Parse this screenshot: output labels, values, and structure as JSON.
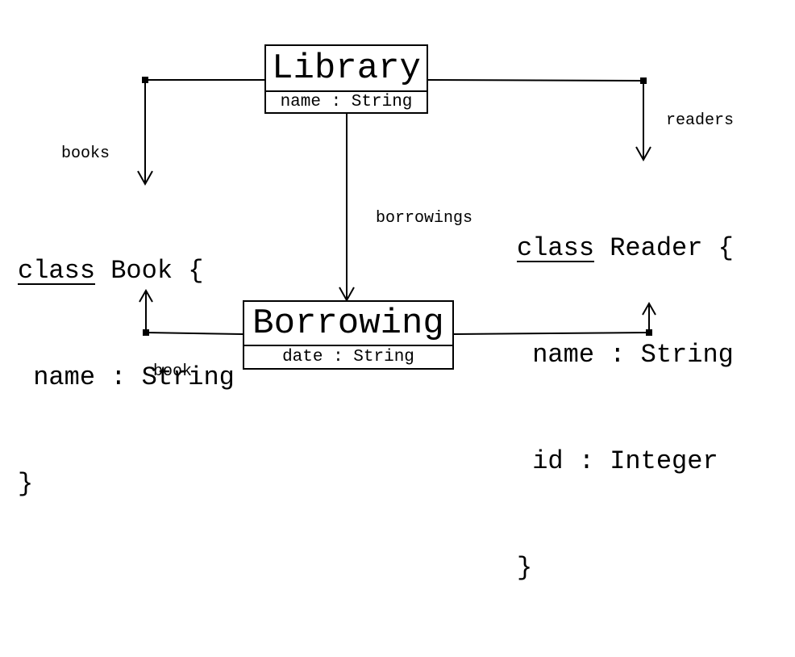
{
  "library": {
    "name": "Library",
    "attribute": "name : String"
  },
  "borrowing": {
    "name": "Borrowing",
    "attribute": "date : String"
  },
  "relations": {
    "books": "books",
    "readers": "readers",
    "borrowings": "borrowings",
    "book": "book"
  },
  "book_class": {
    "keyword": "class",
    "name": "Book",
    "open_brace": "{",
    "field": "name : String",
    "close_brace": "}"
  },
  "reader_class": {
    "keyword": "class",
    "name": "Reader",
    "open_brace": "{",
    "field1": "name : String",
    "field2": "id : Integer",
    "close_brace": "}"
  }
}
